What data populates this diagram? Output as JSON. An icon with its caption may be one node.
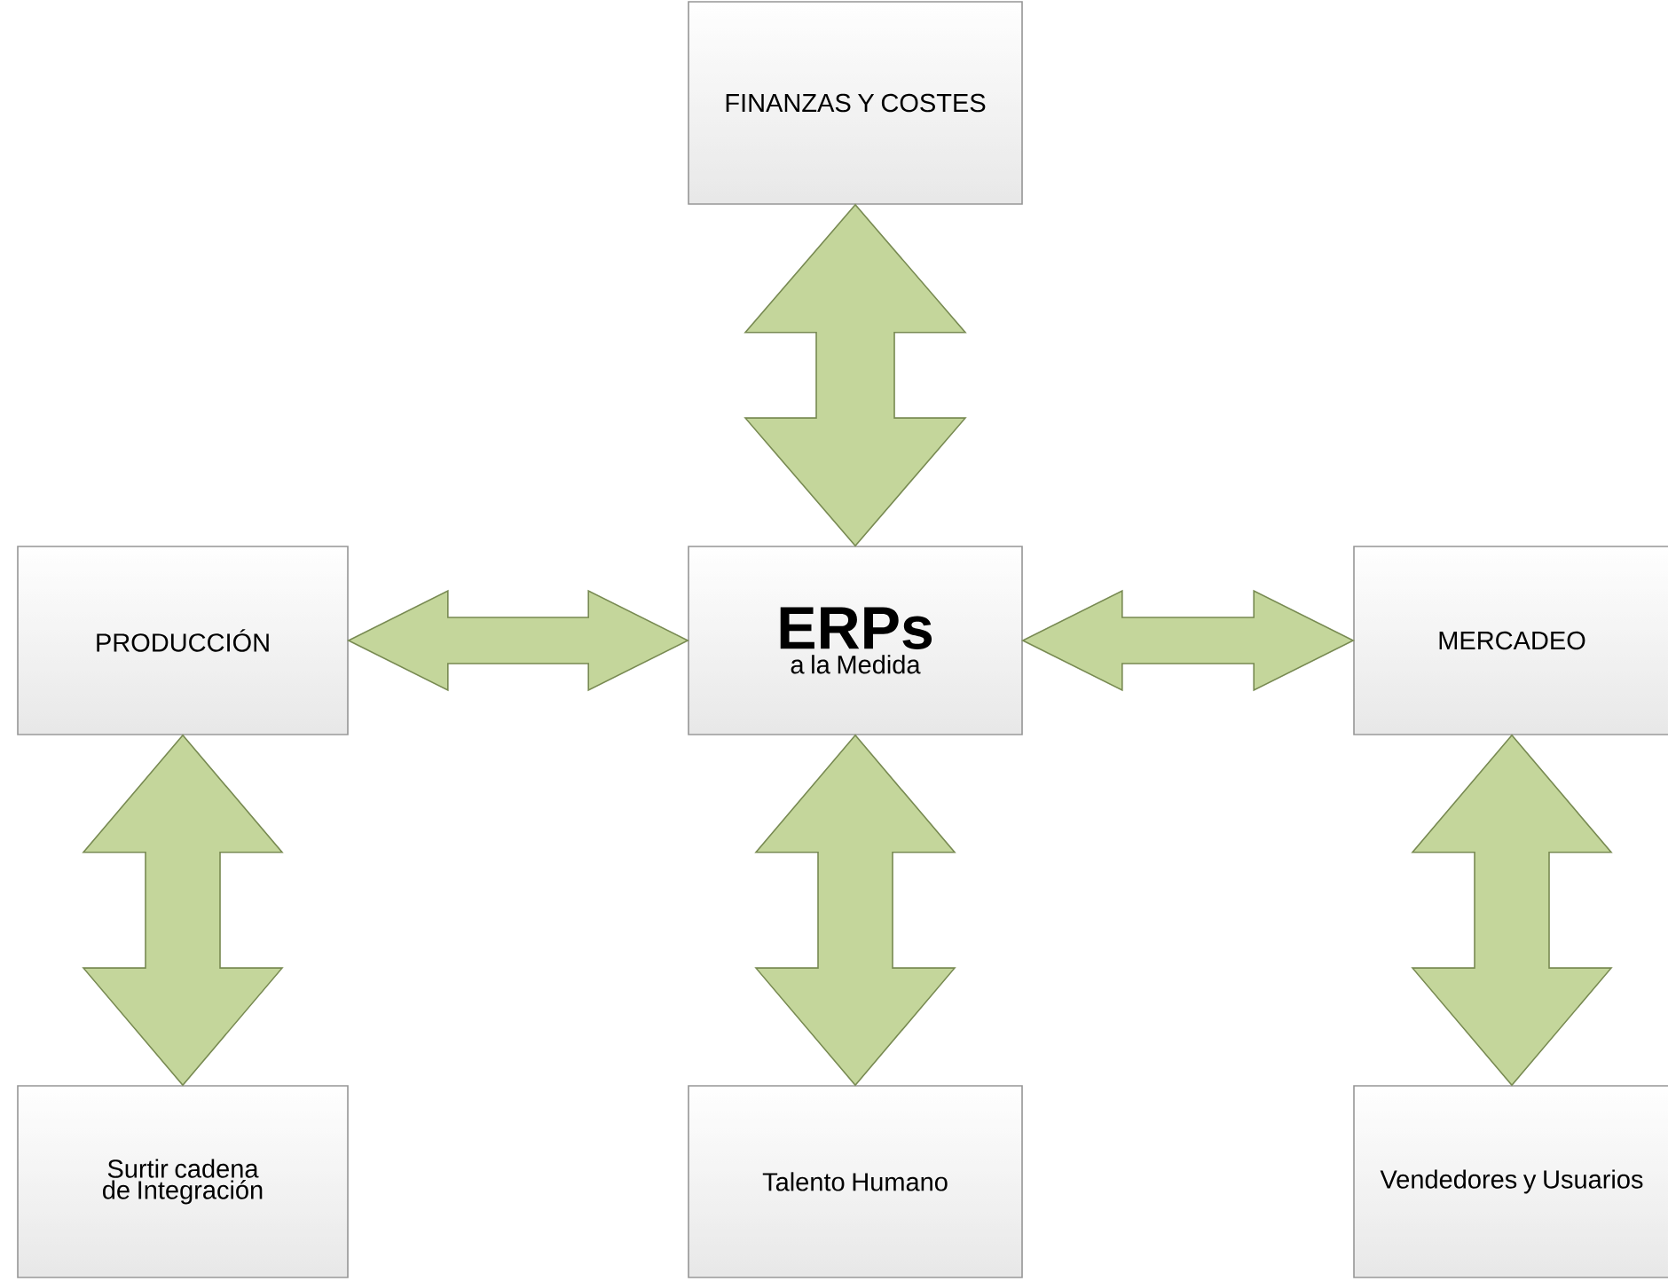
{
  "diagram": {
    "nodes": [
      {
        "text": [
          "FINANZAS Y COSTES"
        ]
      },
      {
        "text": [
          "PRODUCCIÓN"
        ]
      },
      {
        "text": [
          "ERPs",
          "a la Medida"
        ]
      },
      {
        "text": [
          "MERCADEO"
        ]
      },
      {
        "text": [
          "Surtir cadena de Integración"
        ]
      },
      {
        "text": [
          "Talento Humano"
        ]
      },
      {
        "text": [
          "Vendedores y Usuarios"
        ]
      }
    ],
    "edges": [
      {
        "from": 0,
        "to": 2,
        "arrow": "both"
      },
      {
        "from": 1,
        "to": 2,
        "arrow": "both"
      },
      {
        "from": 2,
        "to": 3,
        "arrow": "both"
      },
      {
        "from": 1,
        "to": 4,
        "arrow": "both"
      },
      {
        "from": 2,
        "to": 5,
        "arrow": "both"
      },
      {
        "from": 3,
        "to": 6,
        "arrow": "both"
      }
    ]
  }
}
